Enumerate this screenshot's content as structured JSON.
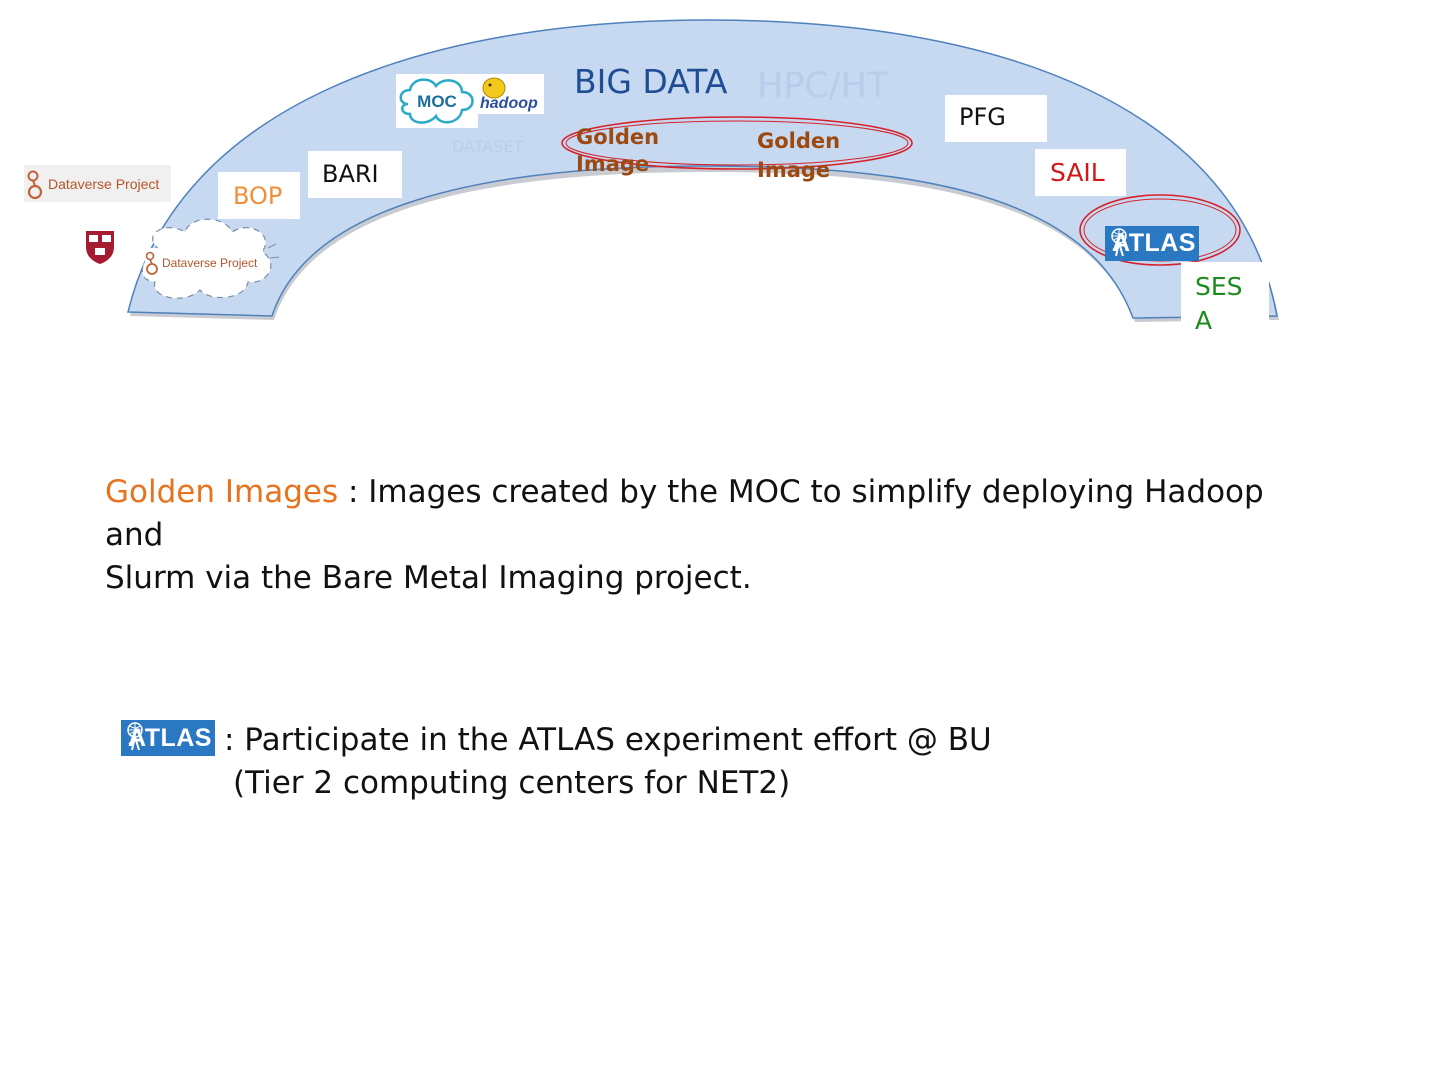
{
  "diagram": {
    "big_data": "BIG DATA",
    "hpc": "HPC/HT",
    "dataset": "DATASET",
    "golden_1_line1": "Golden",
    "golden_1_line2": "Image",
    "golden_2_line1": "Golden",
    "golden_2_line2": "Image",
    "pfg": "PFG",
    "sail": "SAIL",
    "sesa_line1": "SES",
    "sesa_line2": "A",
    "bari": "BARI",
    "bop": "BOP",
    "dataverse_label": "Dataverse Project",
    "dataverse_cloud_label": "Dataverse Project",
    "moc_logo": "MOC",
    "hadoop_logo": "hadoop",
    "atlas_logo": "ATLAS",
    "harvard_seal": "VE RI TAS"
  },
  "notes": {
    "golden_term": "Golden Images",
    "golden_text_line1": " : Images created by the MOC to simplify deploying Hadoop",
    "golden_text_line2": "and",
    "golden_text_line3": "Slurm via the Bare Metal Imaging project.",
    "atlas_logo": "ATLAS",
    "atlas_line1": ": Participate in the ATLAS experiment effort @ BU",
    "atlas_line2": "(Tier 2 computing centers for NET2)"
  },
  "colors": {
    "arch_fill": "#c6d9f0",
    "arch_stroke": "#4f81bd",
    "big_data": "#1f4e95",
    "golden": "#9c4a12",
    "golden_term": "#e8731e",
    "sail": "#d01818",
    "sesa": "#1e8a1e",
    "bop": "#f0913a",
    "ellipse": "#d8202a",
    "atlas_blue": "#2a78c2"
  }
}
